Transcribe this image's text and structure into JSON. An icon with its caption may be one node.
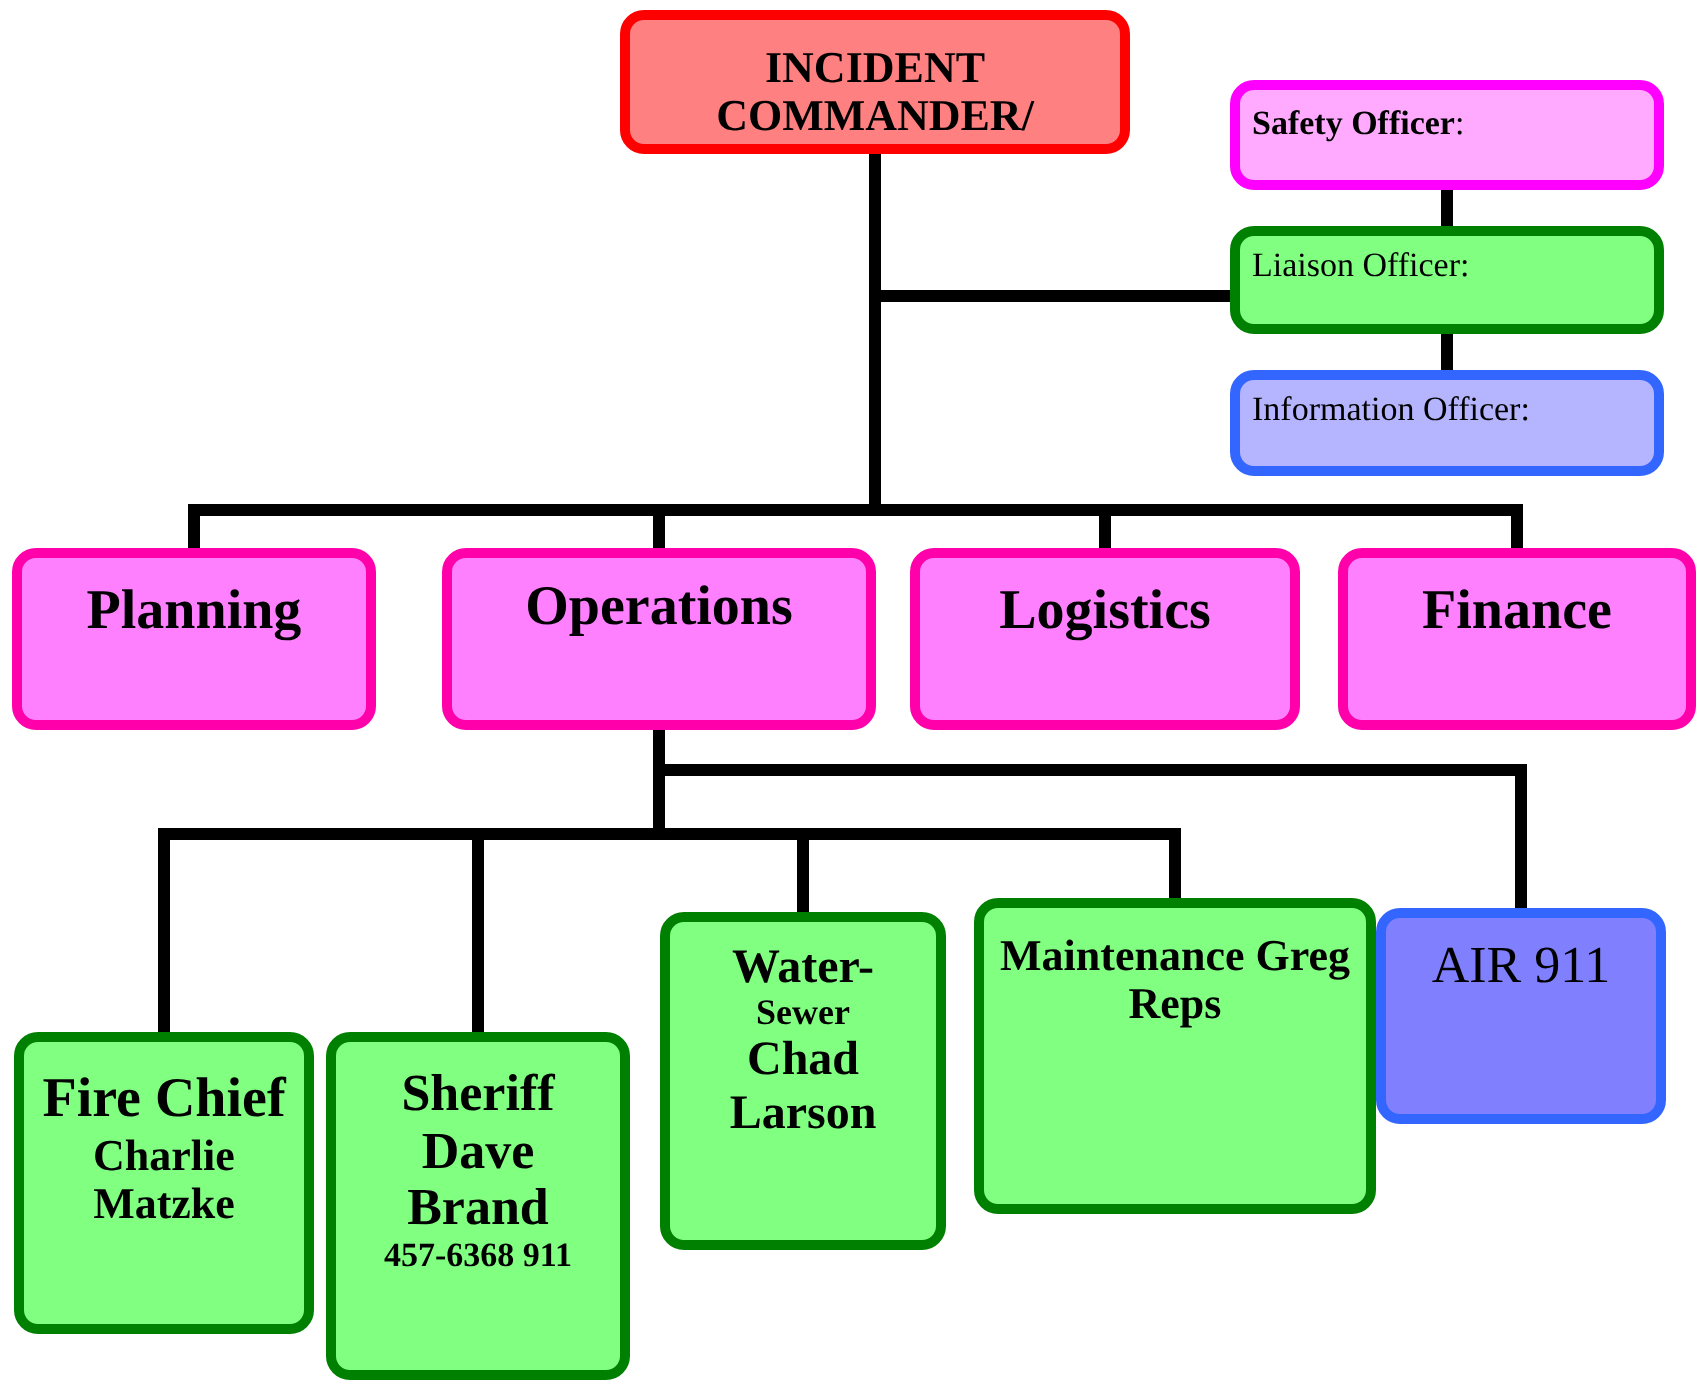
{
  "diagram": {
    "nodes": [
      {
        "text": [
          "INCIDENT COMMANDER/"
        ]
      },
      {
        "text": [
          "**Safety Officer**:"
        ]
      },
      {
        "text": [
          "Liaison Officer:"
        ]
      },
      {
        "text": [
          "Information Officer:"
        ]
      },
      {
        "text": [
          "Planning"
        ]
      },
      {
        "text": [
          "Operations"
        ]
      },
      {
        "text": [
          "Logistics"
        ]
      },
      {
        "text": [
          "Finance"
        ]
      },
      {
        "text": [
          "Fire Chief",
          "Charlie Matzke"
        ]
      },
      {
        "text": [
          "Sheriff Dave Brand",
          "457-6368 911"
        ]
      },
      {
        "text": [
          "Water-",
          "Sewer",
          "Chad Larson"
        ]
      },
      {
        "text": [
          "Maintenance Greg Reps"
        ]
      },
      {
        "text": [
          "AIR 911"
        ]
      }
    ],
    "edges": [
      {
        "from": 0,
        "to": 2,
        "arrow": "none"
      },
      {
        "from": 1,
        "to": 2,
        "arrow": "none"
      },
      {
        "from": 2,
        "to": 3,
        "arrow": "none"
      },
      {
        "from": 0,
        "to": 4,
        "arrow": "none"
      },
      {
        "from": 0,
        "to": 5,
        "arrow": "none"
      },
      {
        "from": 0,
        "to": 6,
        "arrow": "none"
      },
      {
        "from": 0,
        "to": 7,
        "arrow": "none"
      },
      {
        "from": 5,
        "to": 8,
        "arrow": "none"
      },
      {
        "from": 5,
        "to": 9,
        "arrow": "none"
      },
      {
        "from": 5,
        "to": 10,
        "arrow": "none"
      },
      {
        "from": 5,
        "to": 11,
        "arrow": "none"
      },
      {
        "from": 5,
        "to": 12,
        "arrow": "none"
      }
    ]
  }
}
